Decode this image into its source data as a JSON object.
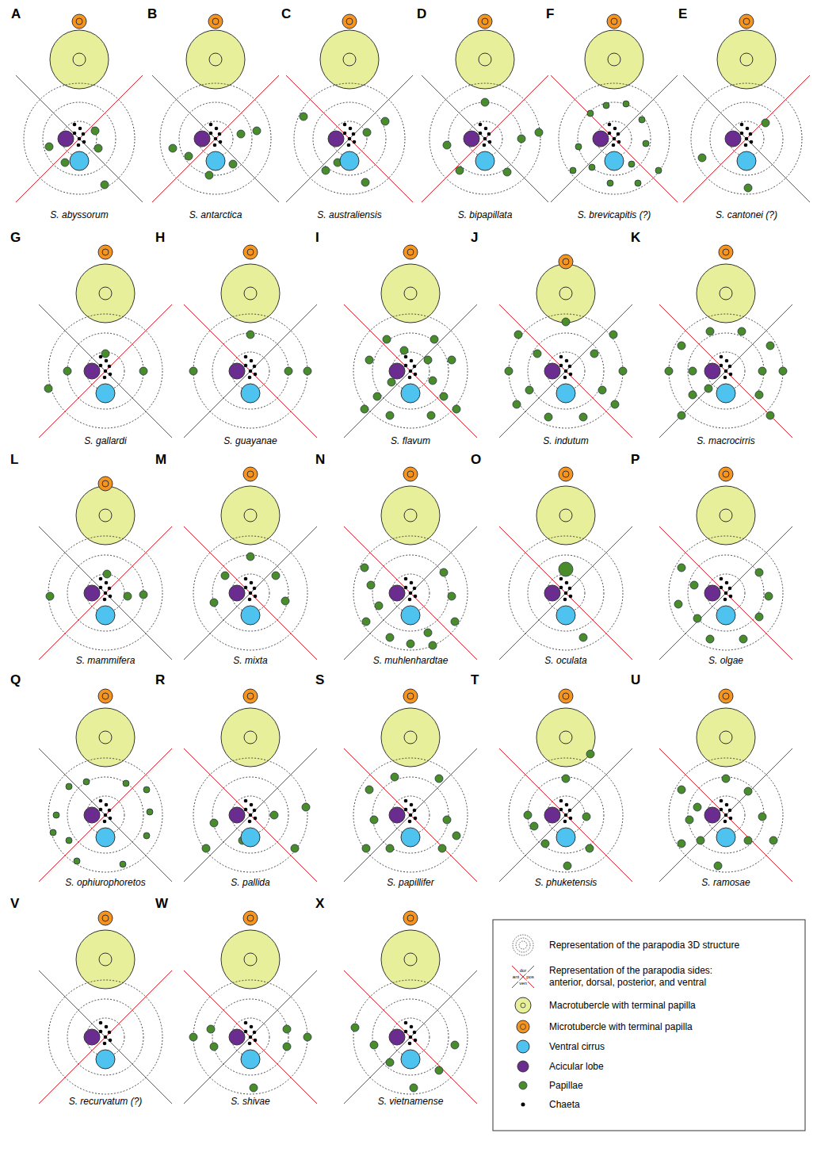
{
  "diagram": {
    "labels": [
      "A",
      "S. abyssorum",
      "B",
      "S. antarctica",
      "C",
      "S. australiensis",
      "D",
      "S. bipapillata",
      "F",
      "S. brevicapitis (?)",
      "E",
      "S. cantonei (?)",
      "G",
      "S. gallardi",
      "H",
      "S. guayanae",
      "I",
      "S. flavum",
      "J",
      "S. indutum",
      "K",
      "S. macrocirris",
      "L",
      "S. mammifera",
      "M",
      "S. mixta",
      "N",
      "S. muhlenhardtae",
      "O",
      "S. oculata",
      "P",
      "S. olgae",
      "Q",
      "S. ophiurophoretos",
      "R",
      "S. pallida",
      "S",
      "S. papillifer",
      "T",
      "S. phuketensis",
      "U",
      "S. ramosae",
      "V",
      "S. recurvatum (?)",
      "W",
      "S. shivae",
      "X",
      "S. vietnamense",
      "dor",
      "ant",
      "pos",
      "ven"
    ],
    "legend": [
      {
        "text": "Representation of the parapodia 3D structure"
      },
      {
        "text": "Representation of the parapodia sides: anterior, dorsal, posterior, and ventral"
      },
      {
        "text": "Macrotubercle with terminal papilla",
        "color": "#e8ef9a"
      },
      {
        "text": "Microtubercle with terminal papilla",
        "color": "#f7941d"
      },
      {
        "text": "Ventral cirrus",
        "color": "#4fc3f0"
      },
      {
        "text": "Acicular lobe",
        "color": "#6b2c8f"
      },
      {
        "text": "Papillae",
        "color": "#4a8c2a"
      },
      {
        "text": "Chaeta",
        "color": "#000000"
      }
    ]
  }
}
